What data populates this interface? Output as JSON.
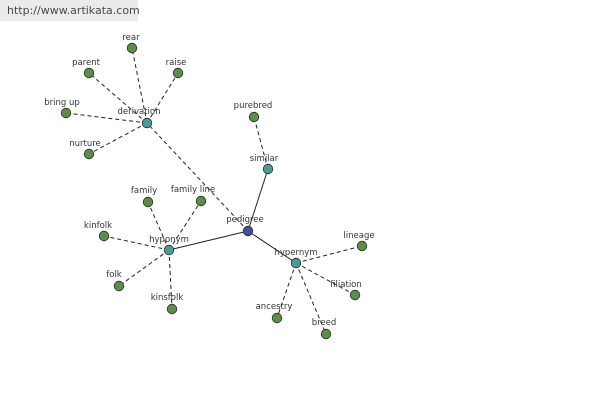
{
  "banner": {
    "url": "http://www.artikata.com",
    "background": "#ebebeb"
  },
  "colors": {
    "leaf_node": "#5a8f4a",
    "relation_node": "#4a9a9a",
    "center_node": "#4a4a9a",
    "edge": "#222222"
  },
  "graph": {
    "center": {
      "id": "pedigree",
      "label": "pedigree"
    },
    "relations": [
      {
        "id": "derivation",
        "label": "derivation",
        "link_style": "dashed",
        "children": [
          "rear",
          "parent",
          "raise",
          "bring up",
          "nurture"
        ]
      },
      {
        "id": "similar",
        "label": "similar",
        "link_style": "solid",
        "children": [
          "purebred"
        ]
      },
      {
        "id": "hyponym",
        "label": "hyponym",
        "link_style": "solid",
        "children": [
          "family",
          "family line",
          "kinfolk",
          "folk",
          "kinsfolk"
        ]
      },
      {
        "id": "hypernym",
        "label": "hypernym",
        "link_style": "solid",
        "children": [
          "lineage",
          "filiation",
          "ancestry",
          "breed"
        ]
      }
    ]
  }
}
